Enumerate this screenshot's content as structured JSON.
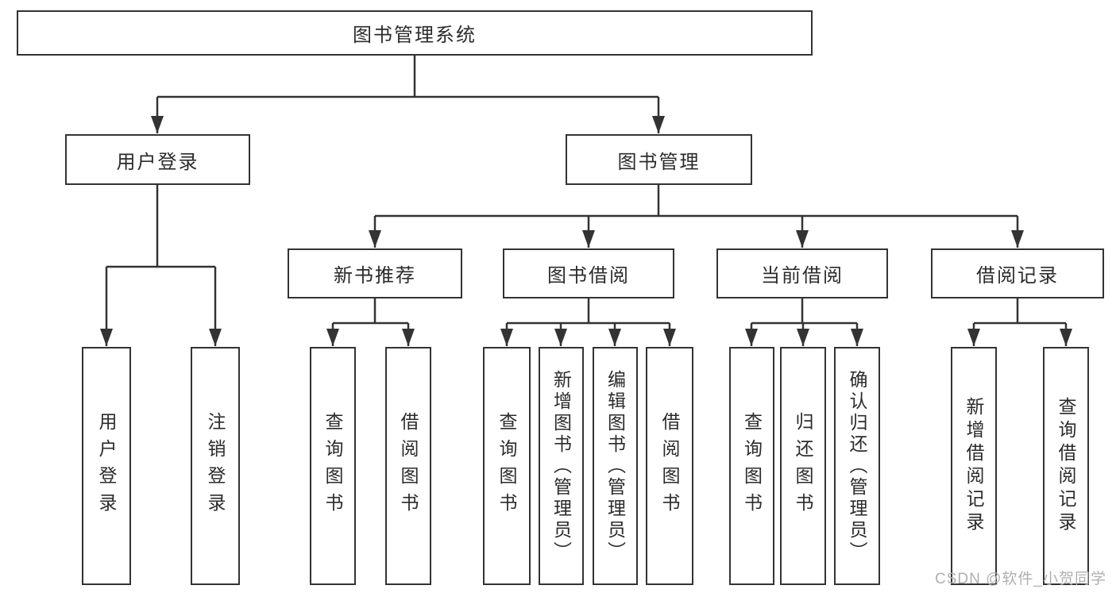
{
  "diagram": {
    "title": "图书管理系统",
    "branches": [
      {
        "label": "用户登录",
        "children": [
          "用户登录",
          "注销登录"
        ]
      },
      {
        "label": "图书管理",
        "children": [
          {
            "label": "新书推荐",
            "children": [
              "查询图书",
              "借阅图书"
            ]
          },
          {
            "label": "图书借阅",
            "children": [
              "查询图书",
              "新增图书（管理员）",
              "编辑图书（管理员）",
              "借阅图书"
            ]
          },
          {
            "label": "当前借阅",
            "children": [
              "查询图书",
              "归还图书",
              "确认归还（管理员）"
            ]
          },
          {
            "label": "借阅记录",
            "children": [
              "新增借阅记录",
              "查询借阅记录"
            ]
          }
        ]
      }
    ]
  },
  "watermark": "CSDN @软件_小贺同学",
  "colors": {
    "line": "#333333",
    "border": "#333333",
    "text": "#2b2b2b",
    "watermark": "#b0b0b0",
    "background": "#ffffff"
  }
}
